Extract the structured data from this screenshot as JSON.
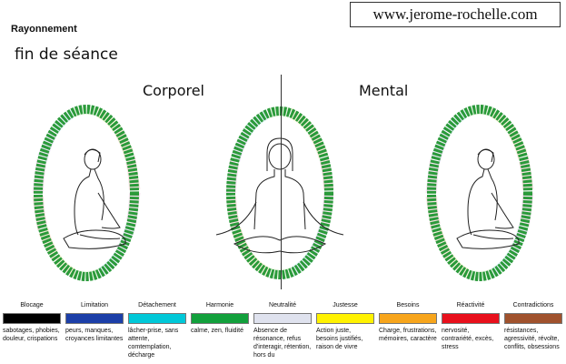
{
  "header": {
    "title": "Rayonnement",
    "subtitle": "fin de séance",
    "website": "www.jerome-rochelle.com"
  },
  "panels": {
    "corporel": "Corporel",
    "mental": "Mental"
  },
  "legend": [
    {
      "name": "Blocage",
      "color": "#000000",
      "desc": "sabotages, phobies, douleur, crispations"
    },
    {
      "name": "Limitation",
      "color": "#1c3fa8",
      "desc": "peurs, manques, croyances limitantes"
    },
    {
      "name": "Détachement",
      "color": "#00c8d8",
      "desc": "lâcher-prise, sans attente, comtemplation, décharge"
    },
    {
      "name": "Harmonie",
      "color": "#12a03c",
      "desc": "calme, zen, fluidité"
    },
    {
      "name": "Neutralité",
      "color": "#dfe2ee",
      "desc": "Absence de résonance, refus d'interagir, rétention, hors du"
    },
    {
      "name": "Justesse",
      "color": "#fff200",
      "desc": "Action juste, besoins justifiés, raison de vivre"
    },
    {
      "name": "Besoins",
      "color": "#f7a51c",
      "desc": "Charge, frustrations, mémoires, caractère"
    },
    {
      "name": "Réactivité",
      "color": "#e8101c",
      "desc": "nervosité, contrariété, excès, stress"
    },
    {
      "name": "Contradictions",
      "color": "#a0522d",
      "desc": "résistances, agressivité, révolte, conflits, obsessions"
    }
  ]
}
